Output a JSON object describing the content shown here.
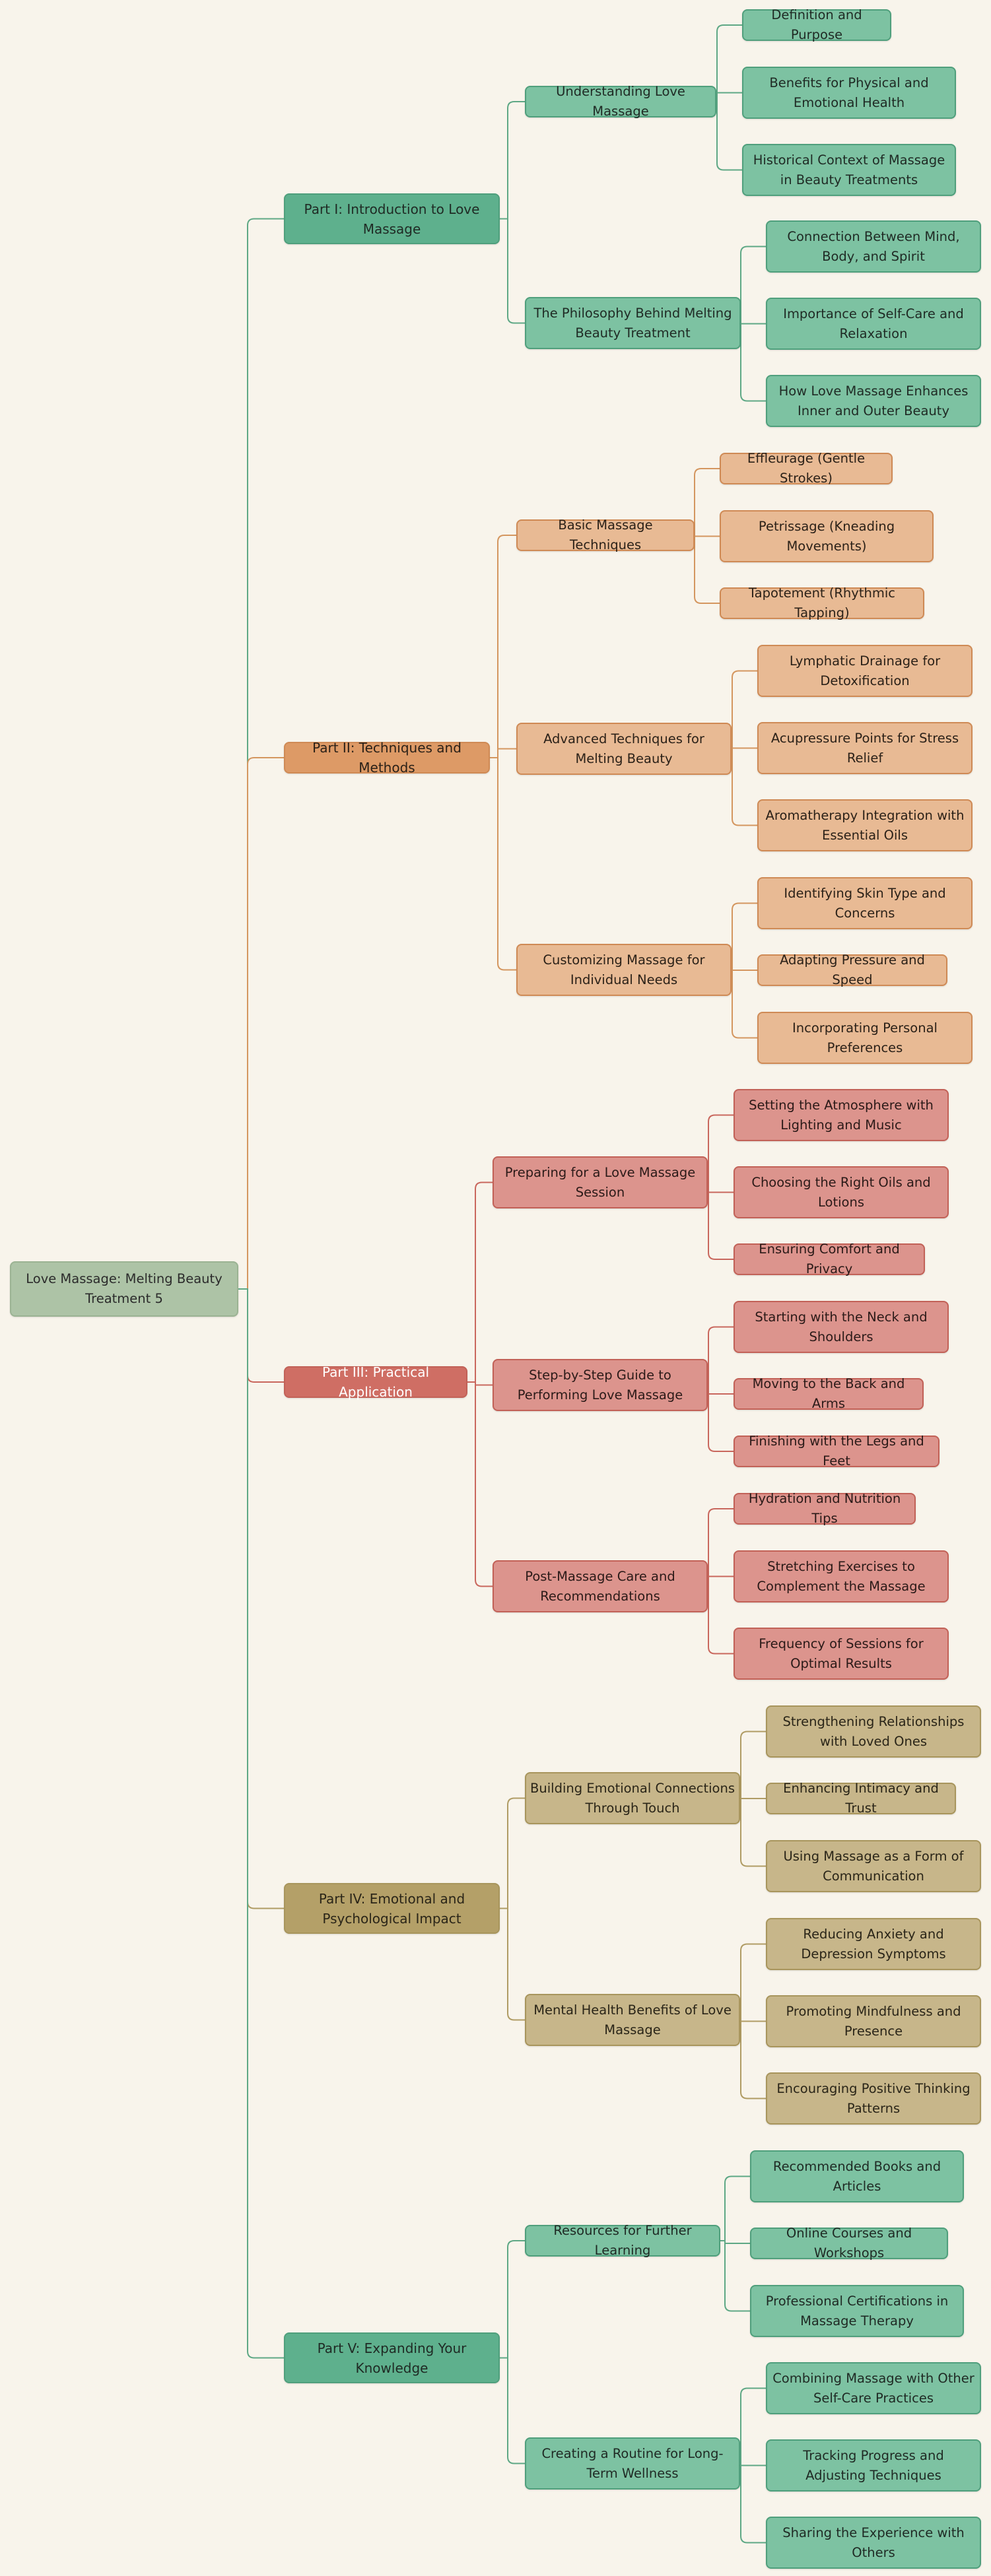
{
  "colors": {
    "background": "#f8f4eb",
    "root": "#adc3a6"
  },
  "root": {
    "label": "Love Massage: Melting Beauty Treatment 5"
  },
  "sections": [
    {
      "label": "Part I: Introduction to Love Massage",
      "colors": {
        "section": "#5eb08d",
        "child": "#7dc2a2",
        "border": "#4f9f7c",
        "line": "#5ea885",
        "text": "#1f2a24"
      },
      "children": [
        {
          "label": "Understanding Love Massage",
          "children": [
            {
              "label": "Definition and Purpose"
            },
            {
              "label": "Benefits for Physical and Emotional Health"
            },
            {
              "label": "Historical Context of Massage in Beauty Treatments"
            }
          ]
        },
        {
          "label": "The Philosophy Behind Melting Beauty Treatment",
          "children": [
            {
              "label": "Connection Between Mind, Body, and Spirit"
            },
            {
              "label": "Importance of Self-Care and Relaxation"
            },
            {
              "label": "How Love Massage Enhances Inner and Outer Beauty"
            }
          ]
        }
      ]
    },
    {
      "label": "Part II: Techniques and Methods",
      "colors": {
        "section": "#dd9a66",
        "child": "#e8ba94",
        "border": "#cf8a55",
        "line": "#d4965f",
        "text": "#2b2118"
      },
      "children": [
        {
          "label": "Basic Massage Techniques",
          "children": [
            {
              "label": "Effleurage (Gentle Strokes)"
            },
            {
              "label": "Petrissage (Kneading Movements)"
            },
            {
              "label": "Tapotement (Rhythmic Tapping)"
            }
          ]
        },
        {
          "label": "Advanced Techniques for Melting Beauty",
          "children": [
            {
              "label": "Lymphatic Drainage for Detoxification"
            },
            {
              "label": "Acupressure Points for Stress Relief"
            },
            {
              "label": "Aromatherapy Integration with Essential Oils"
            }
          ]
        },
        {
          "label": "Customizing Massage for Individual Needs",
          "children": [
            {
              "label": "Identifying Skin Type and Concerns"
            },
            {
              "label": "Adapting Pressure and Speed"
            },
            {
              "label": "Incorporating Personal Preferences"
            }
          ]
        }
      ]
    },
    {
      "label": "Part III: Practical Application",
      "colors": {
        "section": "#cf6e64",
        "child": "#dc948d",
        "border": "#c26157",
        "line": "#c9675d",
        "text": "#2b1a18",
        "sectionText": "#ffffff"
      },
      "children": [
        {
          "label": "Preparing for a Love Massage Session",
          "children": [
            {
              "label": "Setting the Atmosphere with Lighting and Music"
            },
            {
              "label": "Choosing the Right Oils and Lotions"
            },
            {
              "label": "Ensuring Comfort and Privacy"
            }
          ]
        },
        {
          "label": "Step-by-Step Guide to Performing Love Massage",
          "children": [
            {
              "label": "Starting with the Neck and Shoulders"
            },
            {
              "label": "Moving to the Back and Arms"
            },
            {
              "label": "Finishing with the Legs and Feet"
            }
          ]
        },
        {
          "label": "Post-Massage Care and Recommendations",
          "children": [
            {
              "label": "Hydration and Nutrition Tips"
            },
            {
              "label": "Stretching Exercises to Complement the Massage"
            },
            {
              "label": "Frequency of Sessions for Optimal Results"
            }
          ]
        }
      ]
    },
    {
      "label": "Part IV: Emotional and Psychological Impact",
      "colors": {
        "section": "#b4a068",
        "child": "#c7b68a",
        "border": "#a8955c",
        "line": "#b09c64",
        "text": "#2a2518"
      },
      "children": [
        {
          "label": "Building Emotional Connections Through Touch",
          "children": [
            {
              "label": "Strengthening Relationships with Loved Ones"
            },
            {
              "label": "Enhancing Intimacy and Trust"
            },
            {
              "label": "Using Massage as a Form of Communication"
            }
          ]
        },
        {
          "label": "Mental Health Benefits of Love Massage",
          "children": [
            {
              "label": "Reducing Anxiety and Depression Symptoms"
            },
            {
              "label": "Promoting Mindfulness and Presence"
            },
            {
              "label": "Encouraging Positive Thinking Patterns"
            }
          ]
        }
      ]
    },
    {
      "label": "Part V: Expanding Your Knowledge",
      "colors": {
        "section": "#5eb08d",
        "child": "#7dc2a2",
        "border": "#4f9f7c",
        "line": "#5ea885",
        "text": "#1f2a24"
      },
      "children": [
        {
          "label": "Resources for Further Learning",
          "children": [
            {
              "label": "Recommended Books and Articles"
            },
            {
              "label": "Online Courses and Workshops"
            },
            {
              "label": "Professional Certifications in Massage Therapy"
            }
          ]
        },
        {
          "label": "Creating a Routine for Long-Term Wellness",
          "children": [
            {
              "label": "Combining Massage with Other Self-Care Practices"
            },
            {
              "label": "Tracking Progress and Adjusting Techniques"
            },
            {
              "label": "Sharing the Experience with Others"
            }
          ]
        }
      ]
    }
  ]
}
